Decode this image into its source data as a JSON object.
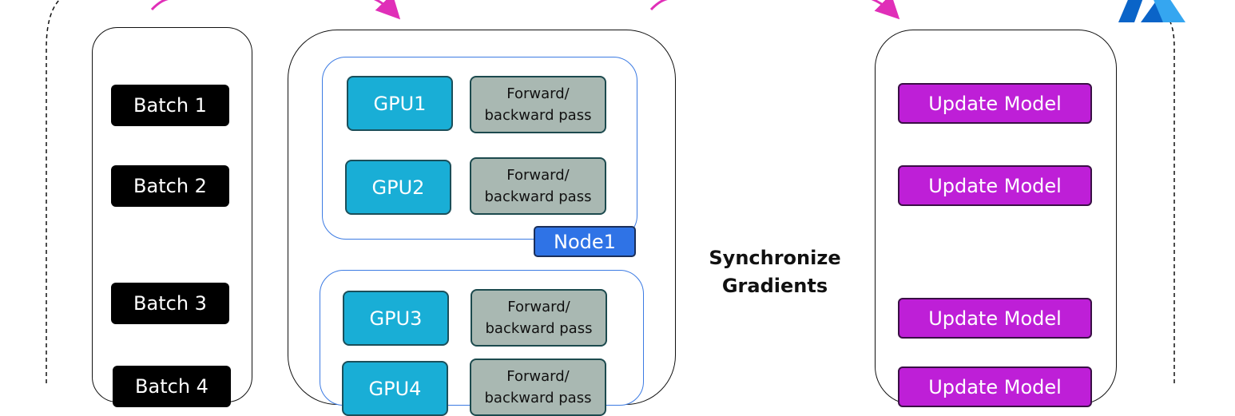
{
  "batches": [
    "Batch 1",
    "Batch 2",
    "Batch 3",
    "Batch 4"
  ],
  "gpus": [
    "GPU1",
    "GPU2",
    "GPU3",
    "GPU4"
  ],
  "pass_line1": "Forward/",
  "pass_line2": "backward pass",
  "node1_label": "Node1",
  "sync_line1": "Synchronize",
  "sync_line2": "Gradients",
  "update_label": "Update Model",
  "colors": {
    "batch": "#000000",
    "gpu": "#19aed6",
    "pass": "#a9b8b2",
    "node_tag": "#2f73e6",
    "node_frame": "#3c7be3",
    "update": "#be1fd7",
    "arrow": "#e02fb8",
    "logo_dark": "#0a64c8",
    "logo_light": "#35a6f0"
  },
  "icons": [
    "arrow-icon",
    "azure-logo-icon"
  ]
}
